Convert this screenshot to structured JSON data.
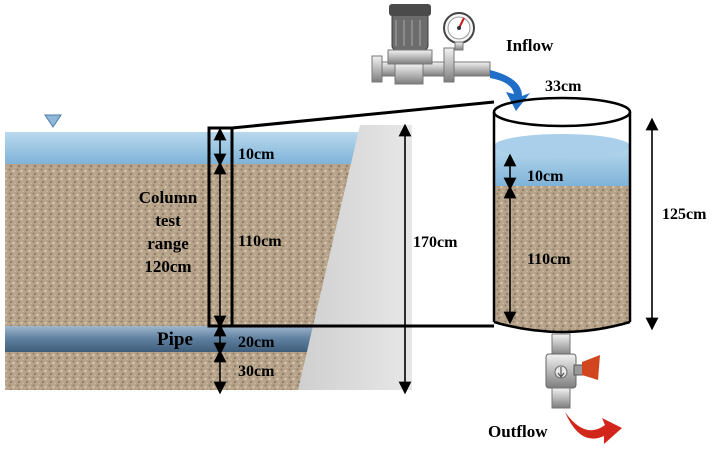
{
  "labels": {
    "inflow": "Inflow",
    "outflow": "Outflow",
    "pipe": "Pipe",
    "column_range": [
      "Column",
      "test",
      "range",
      "120cm"
    ]
  },
  "dimensions": {
    "left_water_layer": "10cm",
    "left_soil_layer": "110cm",
    "pipe_layer": "20cm",
    "base_layer": "30cm",
    "total_height": "170cm",
    "column_diameter": "33cm",
    "column_water_layer": "10cm",
    "column_soil_layer": "110cm",
    "column_height": "125cm"
  },
  "icons": [
    "pump-icon",
    "pressure-gauge-icon",
    "valve-icon",
    "water-level-marker-icon",
    "inflow-arrow-icon",
    "outflow-arrow-icon"
  ],
  "colors": {
    "water": "#9cc7e3",
    "soil": "#b5a186",
    "pipe": "#6f8fb1",
    "concrete": "#d8d8d8",
    "inflow_arrow": "#1f6fc9",
    "outflow_arrow": "#d3261b"
  }
}
